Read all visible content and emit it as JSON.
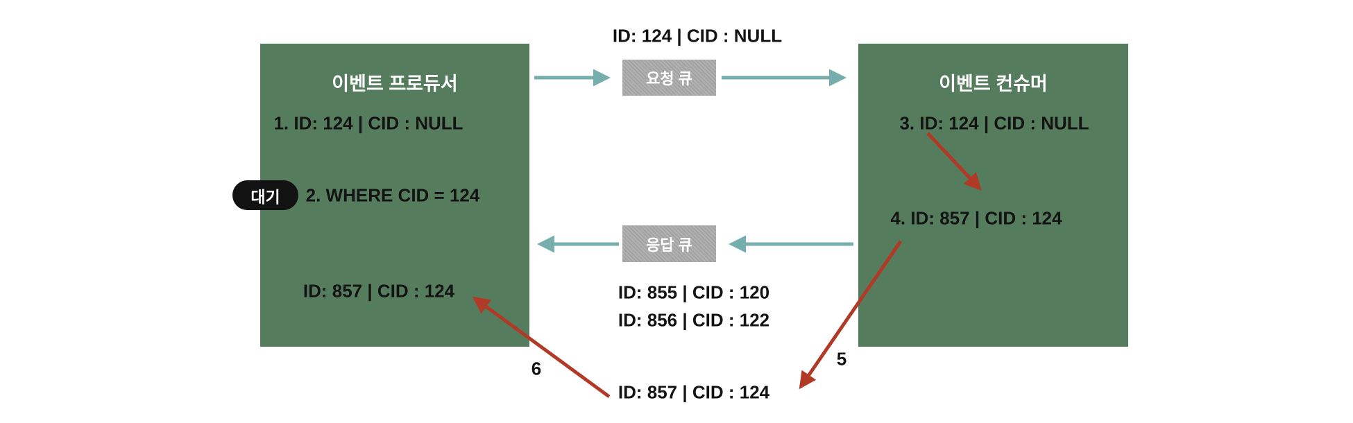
{
  "colors": {
    "box_green": "#567C5E",
    "queue_gray": "#ACACAC",
    "arrow_teal": "#75AEAD",
    "arrow_red": "#B13A26",
    "badge_black": "#121212",
    "text_black": "#131313",
    "text_white": "#FFFFFF"
  },
  "producer": {
    "title": "이벤트 프로듀서",
    "step1": "1. ID: 124 | CID : NULL",
    "step2": "2. WHERE CID = 124",
    "result": "ID: 857 | CID : 124",
    "wait_badge": "대기"
  },
  "consumer": {
    "title": "이벤트 컨슈머",
    "step3": "3. ID: 124 | CID : NULL",
    "step4": "4. ID: 857 | CID : 124"
  },
  "request_queue": {
    "label": "요청 큐",
    "message": "ID: 124 | CID : NULL"
  },
  "response_queue": {
    "label": "응답 큐",
    "messages": [
      "ID: 855 | CID : 120",
      "ID: 856 | CID : 122"
    ]
  },
  "reply_message": "ID: 857 | CID : 124",
  "step_labels": {
    "five": "5",
    "six": "6"
  }
}
